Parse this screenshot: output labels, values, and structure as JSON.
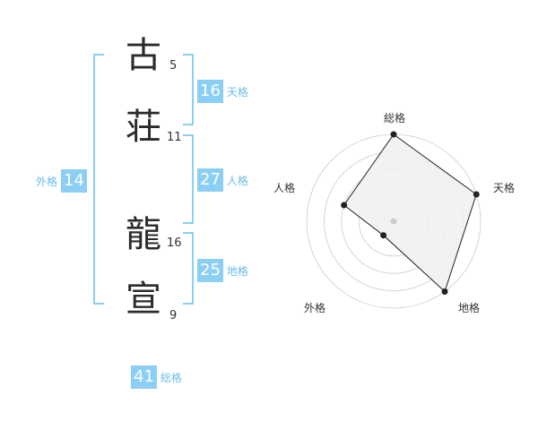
{
  "name_chars": [
    {
      "char": "古",
      "strokes": "5"
    },
    {
      "char": "荘",
      "strokes": "11"
    },
    {
      "char": "龍",
      "strokes": "16"
    },
    {
      "char": "宣",
      "strokes": "9"
    }
  ],
  "fortunes": {
    "tenkaku": {
      "value": "16",
      "label": "天格"
    },
    "jinkaku": {
      "value": "27",
      "label": "人格"
    },
    "chikaku": {
      "value": "25",
      "label": "地格"
    },
    "gaikaku": {
      "value": "14",
      "label": "外格"
    },
    "soukaku": {
      "value": "41",
      "label": "総格"
    }
  },
  "chart_data": {
    "type": "radar",
    "axes": [
      "総格",
      "天格",
      "地格",
      "外格",
      "人格"
    ],
    "values": [
      5,
      5,
      5,
      1,
      3
    ],
    "scale_max": 5,
    "rings": 5,
    "colors": {
      "area": "#f0f0f0",
      "line": "#222222",
      "grid": "#cccccc",
      "center": "#cccccc"
    }
  }
}
